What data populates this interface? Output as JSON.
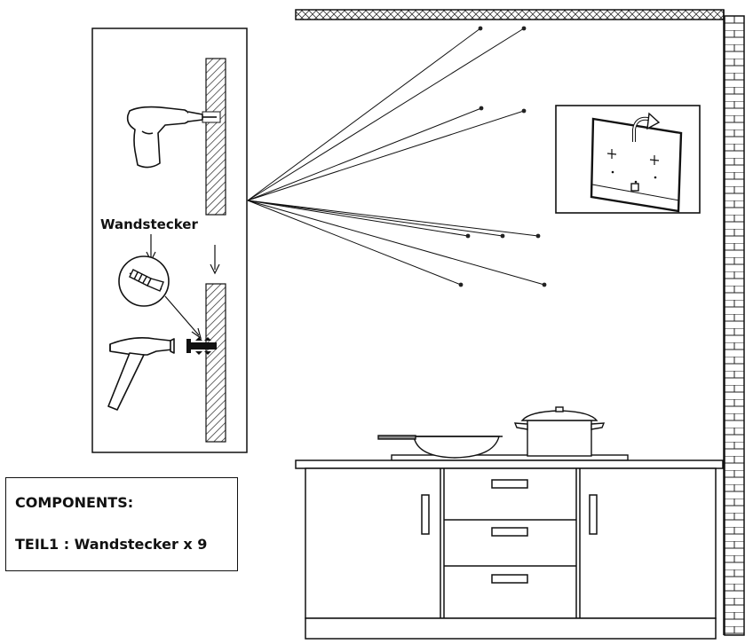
{
  "instruction_panel": {
    "part_label": "Wandstecker"
  },
  "components_box": {
    "heading": "COMPONENTS:",
    "item": "TEIL1 : Wandstecker x 9"
  },
  "drill_points": {
    "count": 9,
    "color": "#222222"
  },
  "line_color": "#111111"
}
